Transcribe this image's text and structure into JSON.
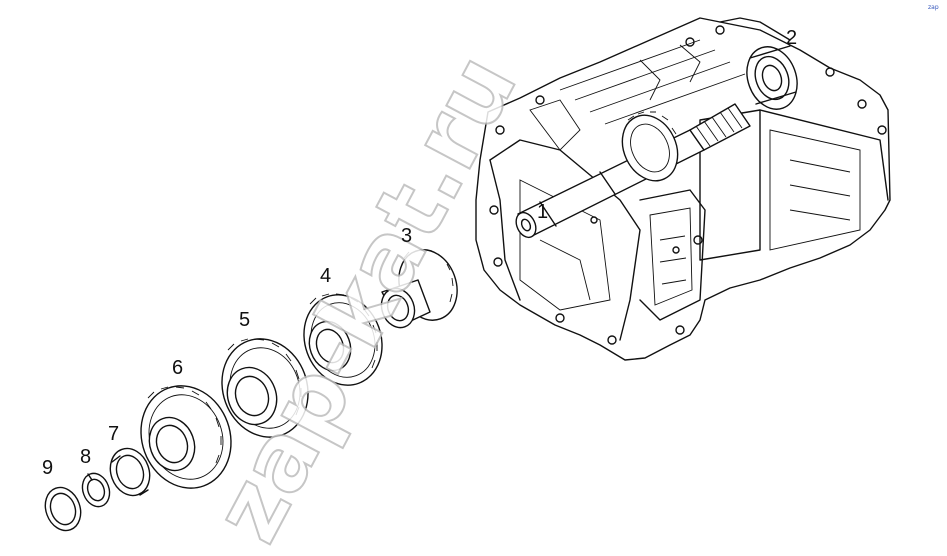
{
  "callouts": [
    {
      "id": "1",
      "label": "1"
    },
    {
      "id": "2",
      "label": "2"
    },
    {
      "id": "3",
      "label": "3"
    },
    {
      "id": "4",
      "label": "4"
    },
    {
      "id": "5",
      "label": "5"
    },
    {
      "id": "6",
      "label": "6"
    },
    {
      "id": "7",
      "label": "7"
    },
    {
      "id": "8",
      "label": "8"
    },
    {
      "id": "9",
      "label": "9"
    }
  ],
  "watermark": "zap-kat.ru",
  "corner_mark": "zap"
}
